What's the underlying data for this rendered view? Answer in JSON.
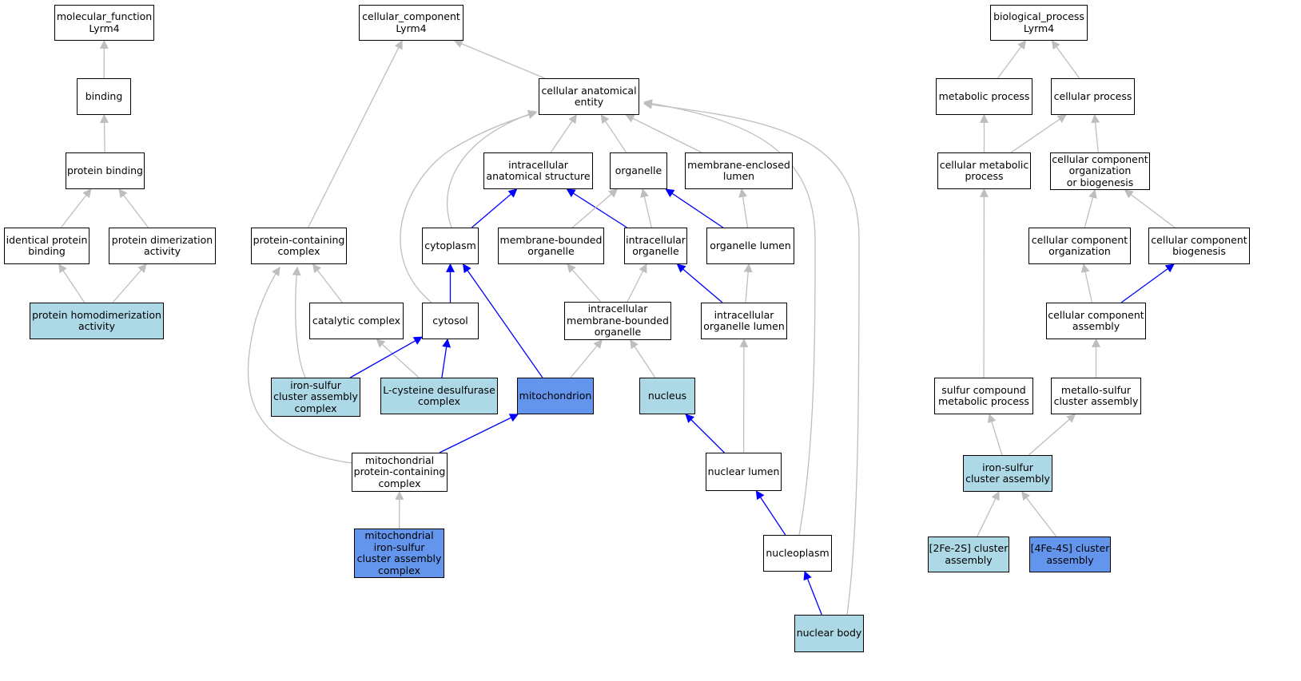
{
  "colors": {
    "node_default": "#ffffff",
    "node_light": "#add8e6",
    "node_dark": "#6495ed",
    "edge_gray": "#bebebe",
    "edge_blue": "#0000ff",
    "border": "#000000"
  },
  "nodes": {
    "mf_root": {
      "label": "molecular_function\nLyrm4",
      "fill": "default"
    },
    "binding": {
      "label": "binding",
      "fill": "default"
    },
    "protein_binding": {
      "label": "protein binding",
      "fill": "default"
    },
    "identical_protein_binding": {
      "label": "identical protein\nbinding",
      "fill": "default"
    },
    "protein_dimerization_activity": {
      "label": "protein dimerization\nactivity",
      "fill": "default"
    },
    "protein_homodimerization_activity": {
      "label": "protein homodimerization\nactivity",
      "fill": "light"
    },
    "cc_root": {
      "label": "cellular_component\nLyrm4",
      "fill": "default"
    },
    "cellular_anatomical_entity": {
      "label": "cellular anatomical\nentity",
      "fill": "default"
    },
    "intracellular_anatomical_structure": {
      "label": "intracellular\nanatomical structure",
      "fill": "default"
    },
    "organelle": {
      "label": "organelle",
      "fill": "default"
    },
    "membrane_enclosed_lumen": {
      "label": "membrane-enclosed\nlumen",
      "fill": "default"
    },
    "protein_containing_complex": {
      "label": "protein-containing\ncomplex",
      "fill": "default"
    },
    "cytoplasm": {
      "label": "cytoplasm",
      "fill": "default"
    },
    "membrane_bounded_organelle": {
      "label": "membrane-bounded\norganelle",
      "fill": "default"
    },
    "intracellular_organelle": {
      "label": "intracellular\norganelle",
      "fill": "default"
    },
    "organelle_lumen": {
      "label": "organelle lumen",
      "fill": "default"
    },
    "catalytic_complex": {
      "label": "catalytic complex",
      "fill": "default"
    },
    "cytosol": {
      "label": "cytosol",
      "fill": "default"
    },
    "intracellular_membrane_bounded_organelle": {
      "label": "intracellular\nmembrane-bounded\norganelle",
      "fill": "default"
    },
    "intracellular_organelle_lumen": {
      "label": "intracellular\norganelle lumen",
      "fill": "default"
    },
    "iron_sulfur_cluster_assembly_complex": {
      "label": "iron-sulfur\ncluster assembly\ncomplex",
      "fill": "light"
    },
    "l_cysteine_desulfurase_complex": {
      "label": "L-cysteine desulfurase\ncomplex",
      "fill": "light"
    },
    "mitochondrion": {
      "label": "mitochondrion",
      "fill": "dark"
    },
    "nucleus": {
      "label": "nucleus",
      "fill": "light"
    },
    "mitochondrial_protein_containing_complex": {
      "label": "mitochondrial\nprotein-containing\ncomplex",
      "fill": "default"
    },
    "nuclear_lumen": {
      "label": "nuclear lumen",
      "fill": "default"
    },
    "mitochondrial_iron_sulfur_cluster_assembly_complex": {
      "label": "mitochondrial\niron-sulfur\ncluster assembly\ncomplex",
      "fill": "dark"
    },
    "nucleoplasm": {
      "label": "nucleoplasm",
      "fill": "default"
    },
    "nuclear_body": {
      "label": "nuclear body",
      "fill": "light"
    },
    "bp_root": {
      "label": "biological_process\nLyrm4",
      "fill": "default"
    },
    "metabolic_process": {
      "label": "metabolic process",
      "fill": "default"
    },
    "cellular_process": {
      "label": "cellular process",
      "fill": "default"
    },
    "cellular_metabolic_process": {
      "label": "cellular metabolic\nprocess",
      "fill": "default"
    },
    "cellular_component_organization_or_biogenesis": {
      "label": "cellular component\norganization\nor biogenesis",
      "fill": "default"
    },
    "cellular_component_organization": {
      "label": "cellular component\norganization",
      "fill": "default"
    },
    "cellular_component_biogenesis": {
      "label": "cellular component\nbiogenesis",
      "fill": "default"
    },
    "cellular_component_assembly": {
      "label": "cellular component\nassembly",
      "fill": "default"
    },
    "sulfur_compound_metabolic_process": {
      "label": "sulfur compound\nmetabolic process",
      "fill": "default"
    },
    "metallo_sulfur_cluster_assembly": {
      "label": "metallo-sulfur\ncluster assembly",
      "fill": "default"
    },
    "iron_sulfur_cluster_assembly": {
      "label": "iron-sulfur\ncluster assembly",
      "fill": "light"
    },
    "fe2s2_cluster_assembly": {
      "label": "[2Fe-2S] cluster\nassembly",
      "fill": "light"
    },
    "fe4s4_cluster_assembly": {
      "label": "[4Fe-4S] cluster\nassembly",
      "fill": "dark"
    }
  },
  "edges": [
    {
      "from": "binding",
      "to": "mf_root",
      "color": "gray"
    },
    {
      "from": "protein_binding",
      "to": "binding",
      "color": "gray"
    },
    {
      "from": "identical_protein_binding",
      "to": "protein_binding",
      "color": "gray"
    },
    {
      "from": "protein_dimerization_activity",
      "to": "protein_binding",
      "color": "gray"
    },
    {
      "from": "protein_homodimerization_activity",
      "to": "identical_protein_binding",
      "color": "gray"
    },
    {
      "from": "protein_homodimerization_activity",
      "to": "protein_dimerization_activity",
      "color": "gray"
    },
    {
      "from": "cellular_anatomical_entity",
      "to": "cc_root",
      "color": "gray"
    },
    {
      "from": "protein_containing_complex",
      "to": "cc_root",
      "color": "gray"
    },
    {
      "from": "intracellular_anatomical_structure",
      "to": "cellular_anatomical_entity",
      "color": "gray"
    },
    {
      "from": "organelle",
      "to": "cellular_anatomical_entity",
      "color": "gray"
    },
    {
      "from": "membrane_enclosed_lumen",
      "to": "cellular_anatomical_entity",
      "color": "gray"
    },
    {
      "from": "cytoplasm",
      "to": "cellular_anatomical_entity",
      "color": "gray"
    },
    {
      "from": "cytosol",
      "to": "cellular_anatomical_entity",
      "color": "gray"
    },
    {
      "from": "nucleoplasm",
      "to": "cellular_anatomical_entity",
      "color": "gray"
    },
    {
      "from": "nuclear_body",
      "to": "cellular_anatomical_entity",
      "color": "gray"
    },
    {
      "from": "cytoplasm",
      "to": "intracellular_anatomical_structure",
      "color": "blue"
    },
    {
      "from": "intracellular_organelle",
      "to": "intracellular_anatomical_structure",
      "color": "blue"
    },
    {
      "from": "membrane_bounded_organelle",
      "to": "organelle",
      "color": "gray"
    },
    {
      "from": "intracellular_organelle",
      "to": "organelle",
      "color": "gray"
    },
    {
      "from": "organelle_lumen",
      "to": "organelle",
      "color": "blue"
    },
    {
      "from": "organelle_lumen",
      "to": "membrane_enclosed_lumen",
      "color": "gray"
    },
    {
      "from": "catalytic_complex",
      "to": "protein_containing_complex",
      "color": "gray"
    },
    {
      "from": "iron_sulfur_cluster_assembly_complex",
      "to": "protein_containing_complex",
      "color": "gray"
    },
    {
      "from": "mitochondrial_protein_containing_complex",
      "to": "protein_containing_complex",
      "color": "gray"
    },
    {
      "from": "cytosol",
      "to": "cytoplasm",
      "color": "blue"
    },
    {
      "from": "mitochondrion",
      "to": "cytoplasm",
      "color": "blue"
    },
    {
      "from": "intracellular_membrane_bounded_organelle",
      "to": "membrane_bounded_organelle",
      "color": "gray"
    },
    {
      "from": "intracellular_membrane_bounded_organelle",
      "to": "intracellular_organelle",
      "color": "gray"
    },
    {
      "from": "intracellular_organelle_lumen",
      "to": "intracellular_organelle",
      "color": "blue"
    },
    {
      "from": "intracellular_organelle_lumen",
      "to": "organelle_lumen",
      "color": "gray"
    },
    {
      "from": "l_cysteine_desulfurase_complex",
      "to": "catalytic_complex",
      "color": "gray"
    },
    {
      "from": "iron_sulfur_cluster_assembly_complex",
      "to": "cytosol",
      "color": "blue"
    },
    {
      "from": "l_cysteine_desulfurase_complex",
      "to": "cytosol",
      "color": "blue"
    },
    {
      "from": "mitochondrion",
      "to": "intracellular_membrane_bounded_organelle",
      "color": "gray"
    },
    {
      "from": "nucleus",
      "to": "intracellular_membrane_bounded_organelle",
      "color": "gray"
    },
    {
      "from": "nuclear_lumen",
      "to": "intracellular_organelle_lumen",
      "color": "gray"
    },
    {
      "from": "mitochondrial_protein_containing_complex",
      "to": "mitochondrion",
      "color": "blue"
    },
    {
      "from": "nuclear_lumen",
      "to": "nucleus",
      "color": "blue"
    },
    {
      "from": "mitochondrial_iron_sulfur_cluster_assembly_complex",
      "to": "mitochondrial_protein_containing_complex",
      "color": "gray"
    },
    {
      "from": "nucleoplasm",
      "to": "nuclear_lumen",
      "color": "blue"
    },
    {
      "from": "nuclear_body",
      "to": "nucleoplasm",
      "color": "blue"
    },
    {
      "from": "metabolic_process",
      "to": "bp_root",
      "color": "gray"
    },
    {
      "from": "cellular_process",
      "to": "bp_root",
      "color": "gray"
    },
    {
      "from": "cellular_metabolic_process",
      "to": "metabolic_process",
      "color": "gray"
    },
    {
      "from": "cellular_metabolic_process",
      "to": "cellular_process",
      "color": "gray"
    },
    {
      "from": "cellular_component_organization_or_biogenesis",
      "to": "cellular_process",
      "color": "gray"
    },
    {
      "from": "cellular_component_organization",
      "to": "cellular_component_organization_or_biogenesis",
      "color": "gray"
    },
    {
      "from": "cellular_component_biogenesis",
      "to": "cellular_component_organization_or_biogenesis",
      "color": "gray"
    },
    {
      "from": "cellular_component_assembly",
      "to": "cellular_component_organization",
      "color": "gray"
    },
    {
      "from": "cellular_component_assembly",
      "to": "cellular_component_biogenesis",
      "color": "blue"
    },
    {
      "from": "sulfur_compound_metabolic_process",
      "to": "cellular_metabolic_process",
      "color": "gray"
    },
    {
      "from": "metallo_sulfur_cluster_assembly",
      "to": "cellular_component_assembly",
      "color": "gray"
    },
    {
      "from": "iron_sulfur_cluster_assembly",
      "to": "sulfur_compound_metabolic_process",
      "color": "gray"
    },
    {
      "from": "iron_sulfur_cluster_assembly",
      "to": "metallo_sulfur_cluster_assembly",
      "color": "gray"
    },
    {
      "from": "fe2s2_cluster_assembly",
      "to": "iron_sulfur_cluster_assembly",
      "color": "gray"
    },
    {
      "from": "fe4s4_cluster_assembly",
      "to": "iron_sulfur_cluster_assembly",
      "color": "gray"
    }
  ]
}
